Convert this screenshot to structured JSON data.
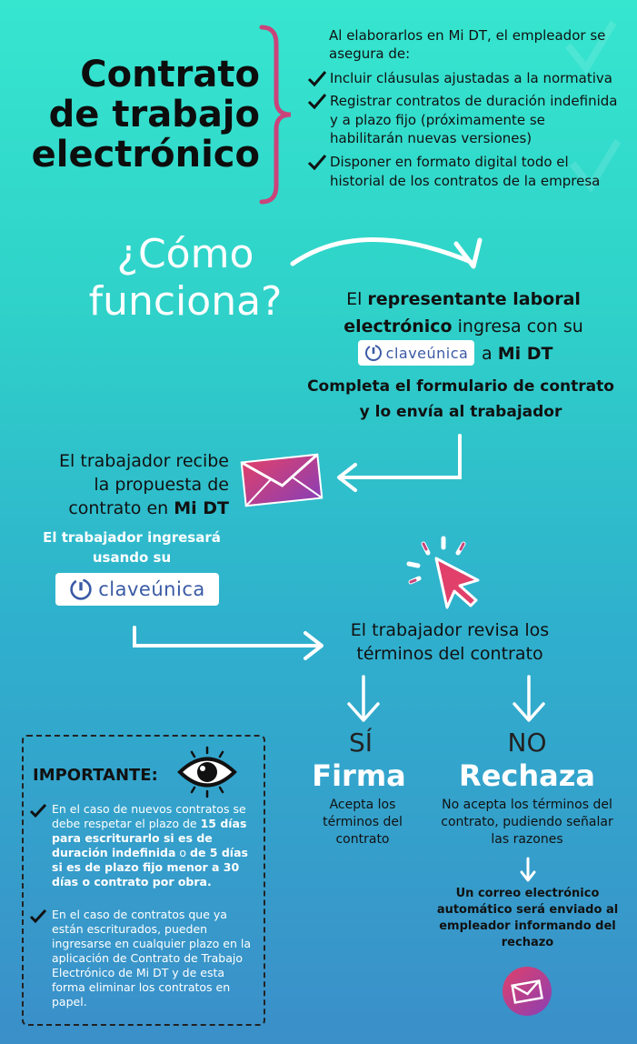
{
  "title": [
    "Contrato",
    "de trabajo",
    "electrónico"
  ],
  "intro": "Al elaborarlos en Mi DT, el empleador se asegura de:",
  "checks": [
    "Incluir cláusulas ajustadas a la normativa",
    "Registrar contratos de duración indefinida y a plazo fijo (próximamente se habilitarán nuevas versiones)",
    "Disponer en formato digital todo el historial de los contratos de la empresa"
  ],
  "como": [
    "¿Cómo",
    "funciona?"
  ],
  "step1": {
    "prefix": "El ",
    "bold1": "representante laboral",
    "bold2": "electrónico",
    "suffix": " ingresa con su",
    "a": "a ",
    "midt": "Mi DT"
  },
  "clave": {
    "clave": "clave",
    "unica": "única"
  },
  "step2": "Completa el formulario de contrato y lo envía al trabajador",
  "recibe": {
    "line1": "El trabajador recibe",
    "line2": "la propuesta de",
    "line3": "contrato en ",
    "midt": "Mi DT"
  },
  "ingresara": "El trabajador ingresará usando su",
  "revisa": "El trabajador revisa los términos del contrato",
  "si": {
    "label": "SÍ",
    "action": "Firma",
    "desc": "Acepta los términos del contrato"
  },
  "no": {
    "label": "NO",
    "action": "Rechaza",
    "desc": "No acepta los términos del contrato, pudiendo señalar las razones",
    "email": "Un correo electrónico automático será enviado al empleador informando del rechazo"
  },
  "important": {
    "title": "IMPORTANTE:",
    "item1": {
      "a": "En el caso de nuevos contratos se debe respetar el plazo de ",
      "b": "15 días para escriturarlo si es de duración indefinida",
      "c": " o ",
      "d": "de 5 días si es de plazo fijo menor a 30 días o contrato por obra."
    },
    "item2": "En el caso de contratos que ya están escriturados, pueden ingresarse en cualquier plazo en la aplicación de Contrato de Trabajo Electrónico de Mi DT y de esta forma eliminar los contratos en papel."
  },
  "colors": {
    "accent": "#c9447a",
    "clave_blue": "#3a5aa5",
    "envelope_gradient": [
      "#e0406a",
      "#8a3fb5"
    ]
  },
  "icons": [
    "checkmark-icon",
    "envelope-icon",
    "cursor-click-icon",
    "eye-icon",
    "arrow-down-icon",
    "arrow-curved-icon"
  ]
}
